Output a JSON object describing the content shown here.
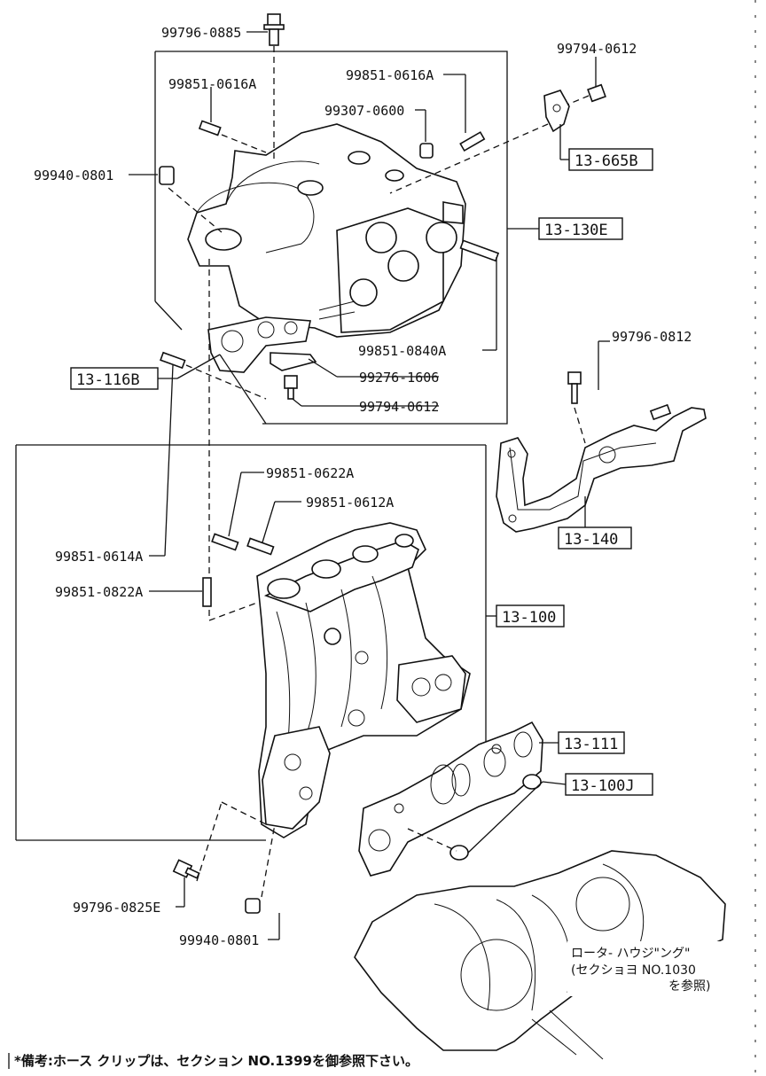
{
  "parts": {
    "p_99796_0885": "99796-0885",
    "p_99851_0616A_left": "99851-0616A",
    "p_99851_0616A_right": "99851-0616A",
    "p_99307_0600": "99307-0600",
    "p_99794_0612_top": "99794-0612",
    "p_99940_0801_top": "99940-0801",
    "p_99851_0840A": "99851-0840A",
    "p_99276_1606": "99276-1606",
    "p_99794_0612_mid": "99794-0612",
    "p_99796_0812": "99796-0812",
    "p_99851_0622A": "99851-0622A",
    "p_99851_0612A": "99851-0612A",
    "p_99851_0614A": "99851-0614A",
    "p_99851_0822A": "99851-0822A",
    "p_99796_0825E": "99796-0825E",
    "p_99940_0801_bottom": "99940-0801"
  },
  "refs": {
    "r_13_665B": "13-665B",
    "r_13_130E": "13-130E",
    "r_13_116B": "13-116B",
    "r_13_140": "13-140",
    "r_13_100": "13-100",
    "r_13_111": "13-111",
    "r_13_100J": "13-100J"
  },
  "rotor_note": {
    "line1": "ロータ- ハウジ\"ング\"",
    "line2": "(セクショヨ NO.1030",
    "line3": "を参照)"
  },
  "footer_note": "*備考:ホース クリップは、セクション NO.1399を御参照下さい。"
}
